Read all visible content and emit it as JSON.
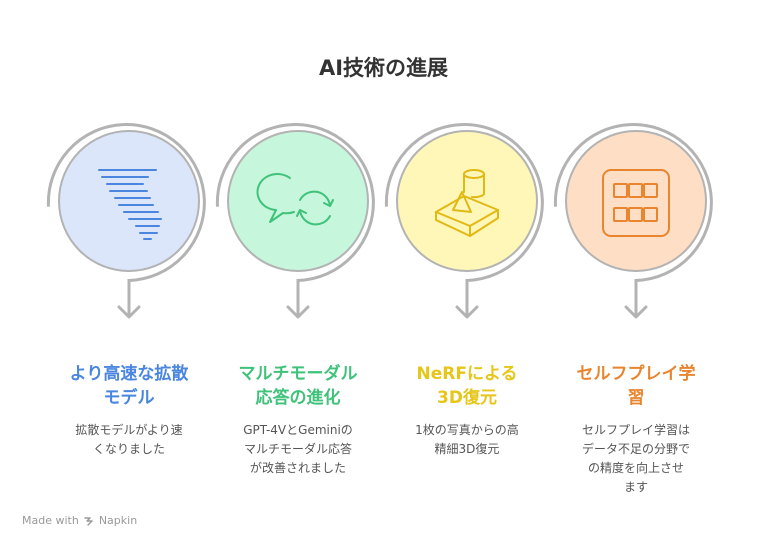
{
  "title": "AI技術の進展",
  "items": [
    {
      "heading_line1": "より高速な拡散",
      "heading_line2": "モデル",
      "heading_color": "#4a86e0",
      "circle_fill": "#dbe6fb",
      "icon_color": "#4a86e0",
      "icon": "funnel-lines-icon",
      "description": [
        "拡散モデルがより速",
        "くなりました"
      ]
    },
    {
      "heading_line1": "マルチモーダル",
      "heading_line2": "応答の進化",
      "heading_color": "#3fc27a",
      "circle_fill": "#c6f6dc",
      "icon_color": "#3fc27a",
      "icon": "chat-refresh-icon",
      "description": [
        "GPT-4VとGeminiの",
        "マルチモーダル応答",
        "が改善されました"
      ]
    },
    {
      "heading_line1": "NeRFによる",
      "heading_line2": "3D復元",
      "heading_color": "#e6c619",
      "circle_fill": "#fff7b8",
      "icon_color": "#e2b814",
      "icon": "3d-shapes-icon",
      "description": [
        "1枚の写真からの高",
        "精細3D復元"
      ]
    },
    {
      "heading_line1": "セルフプレイ学",
      "heading_line2": "習",
      "heading_color": "#e8852e",
      "circle_fill": "#fedec4",
      "icon_color": "#e8852e",
      "icon": "grid-board-icon",
      "description": [
        "セルフプレイ学習は",
        "データ不足の分野で",
        "の精度を向上させ",
        "ます"
      ]
    }
  ],
  "footer": {
    "made_with": "Made with",
    "brand": "Napkin",
    "icon": "napkin-logo-icon"
  }
}
